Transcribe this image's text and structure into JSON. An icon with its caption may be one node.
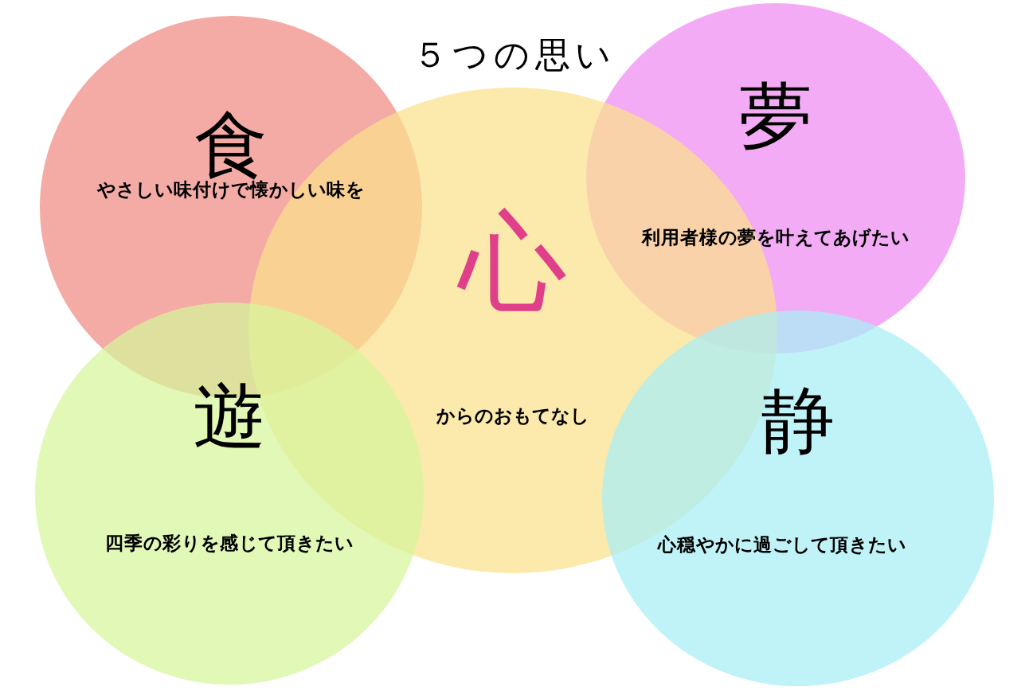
{
  "diagram": {
    "title": "５つの思い",
    "nodes": [
      {
        "text": [
          "食",
          "やさしい味付けで懐かしい味を"
        ]
      },
      {
        "text": [
          "夢",
          "利用者様の夢を叶えてあげたい"
        ]
      },
      {
        "text": [
          "心",
          "からのおもてなし"
        ]
      },
      {
        "text": [
          "遊",
          "四季の彩りを感じて頂きたい"
        ]
      },
      {
        "text": [
          "静",
          "心穏やかに過ごして頂きたい"
        ]
      }
    ]
  }
}
